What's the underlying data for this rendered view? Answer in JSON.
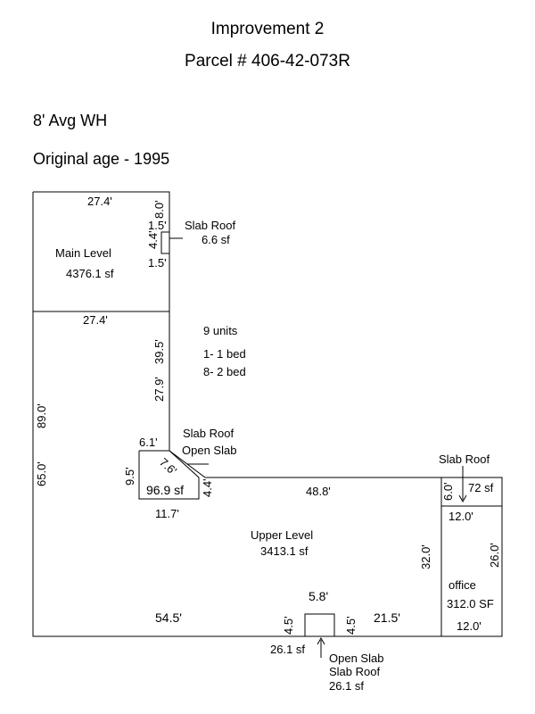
{
  "title": "Improvement 2",
  "parcel": "Parcel # 406-42-073R",
  "avg_wall_height": "8' Avg WH",
  "original_age": "Original age - 1995",
  "main_level": {
    "label": "Main Level",
    "area": "4376.1 sf",
    "dim_top": "27.4'",
    "dim_bottom": "27.4'",
    "dim_right_top": "8.0'",
    "dim_right_mid": "39.5'",
    "dim_right_low": "27.9'"
  },
  "slab_roof_small": {
    "label": "Slab Roof",
    "area": "6.6 sf",
    "dim_above": "1.5'",
    "dim_height": "4.4'",
    "dim_below": "1.5'"
  },
  "units": {
    "total": "9 units",
    "line1": "1- 1 bed",
    "line2": "8- 2 bed"
  },
  "left_dims": {
    "outer": "89.0'",
    "inner": "65.0'"
  },
  "open_slab_area": {
    "label1": "Slab Roof",
    "label2": "Open Slab",
    "dim_top": "6.1'",
    "dim_diag": "7.6'",
    "dim_left": "9.5'",
    "dim_right": "4.4'",
    "area": "96.9 sf",
    "dim_bottom": "11.7'"
  },
  "upper_level": {
    "label": "Upper Level",
    "area": "3413.1 sf",
    "dim_top": "48.8'",
    "dim_right": "32.0'",
    "dim_bottom_left": "54.5'",
    "dim_bottom_right": "21.5'"
  },
  "slab_roof_right": {
    "label": "Slab Roof",
    "dim_height": "6.0'",
    "area": "72 sf",
    "dim_bottom": "12.0'"
  },
  "office": {
    "label": "office",
    "area": "312.0 SF",
    "dim_top": "12.0'",
    "dim_right": "26.0'",
    "dim_bottom": "12.0'"
  },
  "bottom_notch": {
    "dim_width": "5.8'",
    "dim_left": "4.5'",
    "dim_right": "4.5'",
    "area_left": "26.1 sf",
    "label1": "Open Slab",
    "label2": "Slab Roof",
    "area": "26.1 sf"
  }
}
